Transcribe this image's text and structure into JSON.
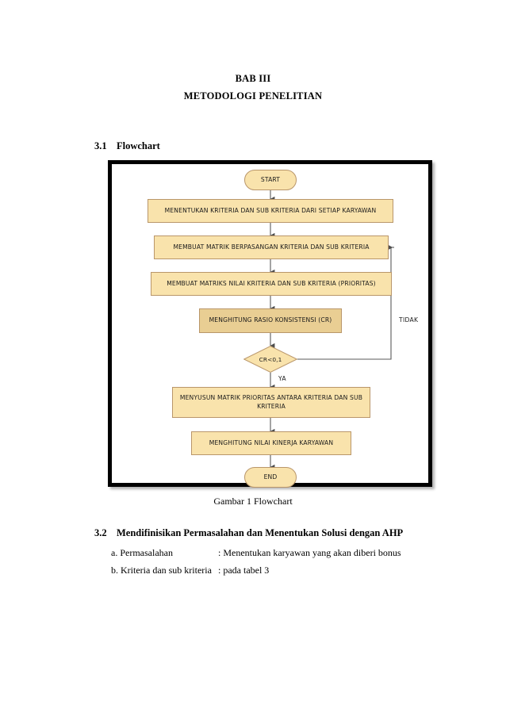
{
  "document": {
    "chapter_title": "BAB III",
    "chapter_subtitle": "METODOLOGI PENELITIAN",
    "sections": {
      "s31": {
        "number": "3.1",
        "title": "Flowchart"
      },
      "s32": {
        "number": "3.2",
        "title": "Mendifinisikan Permasalahan dan Menentukan Solusi dengan AHP"
      }
    },
    "list": [
      {
        "label": "a. Permasalahan",
        "value": ": Menentukan karyawan yang akan diberi bonus"
      },
      {
        "label": "b. Kriteria dan sub kriteria",
        "value": ": pada tabel 3"
      }
    ],
    "figure_caption": "Gambar 1 Flowchart"
  },
  "flowchart": {
    "colors": {
      "node_fill": "#F9E3AC",
      "node_fill_dark": "#E9CE93",
      "node_border": "#B9966A",
      "connector": "#595959",
      "frame": "#000000"
    },
    "nodes": [
      {
        "id": "start",
        "type": "terminator",
        "label": "START"
      },
      {
        "id": "n1",
        "type": "process",
        "label": "MENENTUKAN KRITERIA DAN SUB KRITERIA DARI SETIAP KARYAWAN"
      },
      {
        "id": "n2",
        "type": "process",
        "label": "MEMBUAT MATRIK BERPASANGAN KRITERIA DAN SUB KRITERIA"
      },
      {
        "id": "n3",
        "type": "process",
        "label": "MEMBUAT MATRIKS NILAI KRITERIA DAN SUB KRITERIA (PRIORITAS)"
      },
      {
        "id": "n4",
        "type": "process",
        "label": "MENGHITUNG RASIO KONSISTENSI (CR)"
      },
      {
        "id": "d1",
        "type": "decision",
        "label": "CR<0,1"
      },
      {
        "id": "n5",
        "type": "process",
        "label": "MENYUSUN MATRIK PRIORITAS ANTARA KRITERIA DAN SUB KRITERIA"
      },
      {
        "id": "n6",
        "type": "process",
        "label": "MENGHITUNG NILAI KINERJA KARYAWAN"
      },
      {
        "id": "end",
        "type": "terminator",
        "label": "END"
      }
    ],
    "edge_labels": {
      "no": "TIDAK",
      "yes": "YA"
    }
  }
}
